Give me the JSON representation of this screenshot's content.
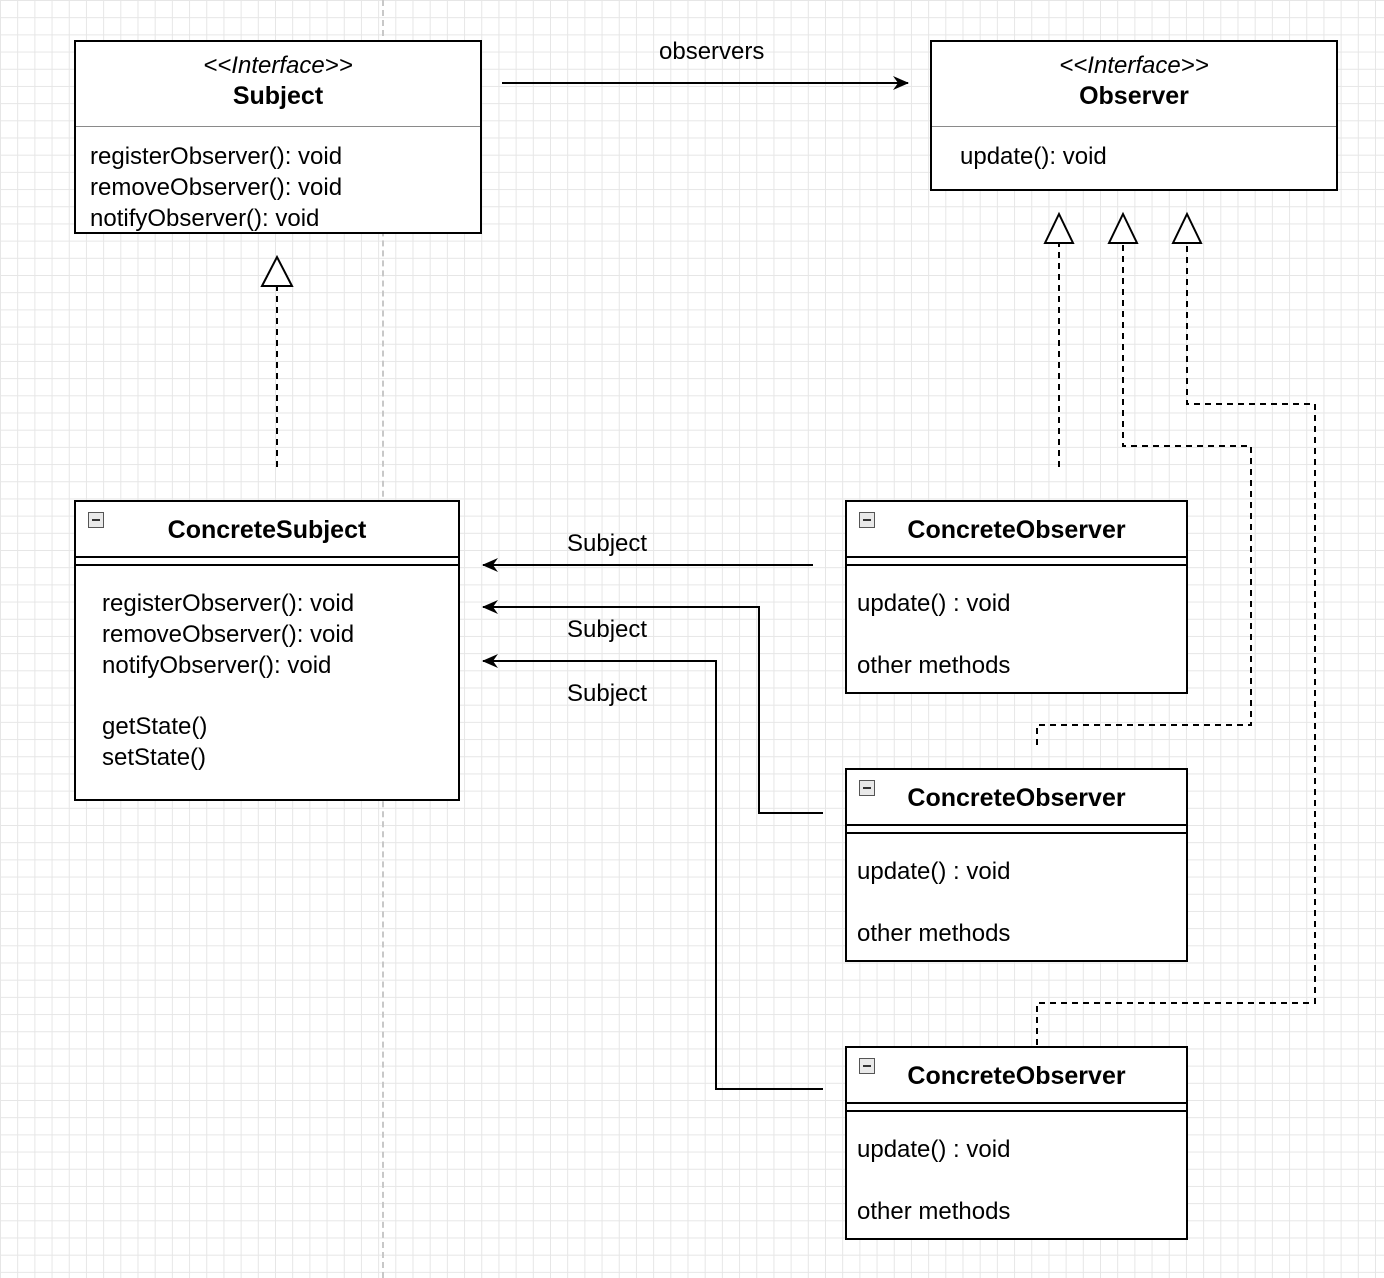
{
  "subject_interface": {
    "stereotype": "<<Interface>>",
    "name": "Subject",
    "methods": [
      "registerObserver(): void",
      "removeObserver(): void",
      "notifyObserver(): void"
    ]
  },
  "observer_interface": {
    "stereotype": "<<Interface>>",
    "name": "Observer",
    "methods": [
      "update(): void"
    ]
  },
  "concrete_subject": {
    "name": "ConcreteSubject",
    "methods": [
      "registerObserver(): void",
      "removeObserver(): void",
      "notifyObserver(): void"
    ],
    "state_methods": [
      "getState()",
      "setState()"
    ]
  },
  "concrete_observers": [
    {
      "name": "ConcreteObserver",
      "method": "update() : void",
      "other": "other methods"
    },
    {
      "name": "ConcreteObserver",
      "method": "update() : void",
      "other": "other methods"
    },
    {
      "name": "ConcreteObserver",
      "method": "update() : void",
      "other": "other methods"
    }
  ],
  "labels": {
    "observers": "observers",
    "subject_1": "Subject",
    "subject_2": "Subject",
    "subject_3": "Subject"
  }
}
